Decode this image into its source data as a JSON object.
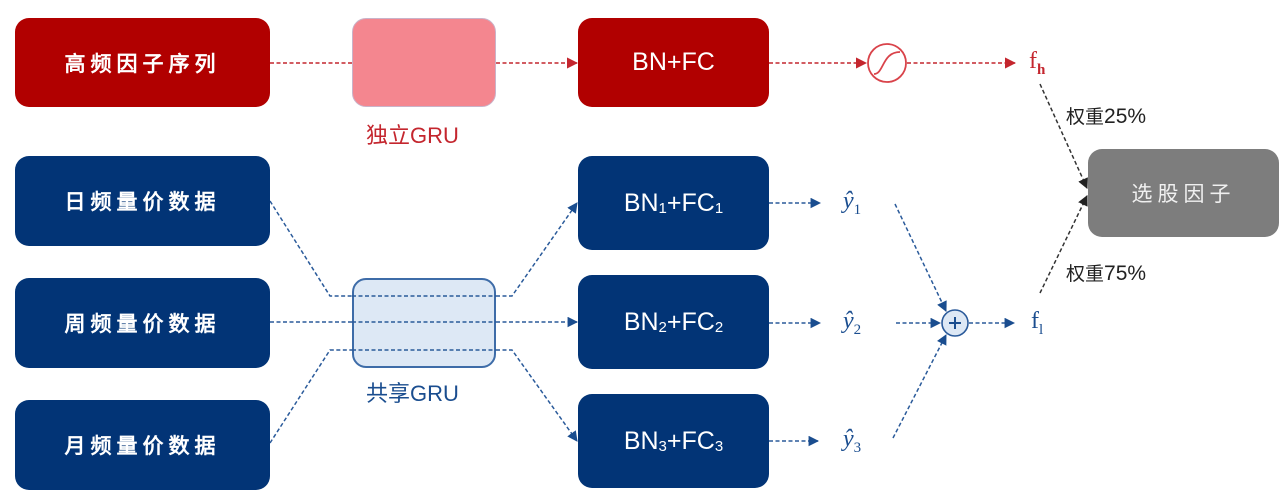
{
  "colors": {
    "high_freq": "#b10000",
    "independent_gru": "#f4868f",
    "multi_freq": "#023476",
    "shared_gru": "#dde8f5",
    "output": "#7d7d7d",
    "red_line": "#c4262e",
    "blue_line": "#1a4d8f",
    "dark_line": "#333333"
  },
  "top_branch": {
    "input": "高频因子序列",
    "gru_label": "独立GRU",
    "head": "BN+FC",
    "activation_icon": "sigmoid-icon",
    "output": {
      "base": "f",
      "sub": "h"
    }
  },
  "bottom_branch": {
    "inputs": [
      "日频量价数据",
      "周频量价数据",
      "月频量价数据"
    ],
    "gru_label": "共享GRU",
    "heads": [
      {
        "bn": "BN",
        "i": "1",
        "plus": "+FC",
        "j": "1"
      },
      {
        "bn": "BN",
        "i": "2",
        "plus": "+FC",
        "j": "2"
      },
      {
        "bn": "BN",
        "i": "3",
        "plus": "+FC",
        "j": "3"
      }
    ],
    "predictions": [
      {
        "base": "ŷ",
        "sub": "1"
      },
      {
        "base": "ŷ",
        "sub": "2"
      },
      {
        "base": "ŷ",
        "sub": "3"
      }
    ],
    "combine_icon": "plus-circle-icon",
    "output": {
      "base": "f",
      "sub": "l"
    }
  },
  "weights": {
    "high": {
      "prefix": "权重",
      "value": "25%"
    },
    "low": {
      "prefix": "权重",
      "value": "75%"
    }
  },
  "final_output": "选股因子"
}
